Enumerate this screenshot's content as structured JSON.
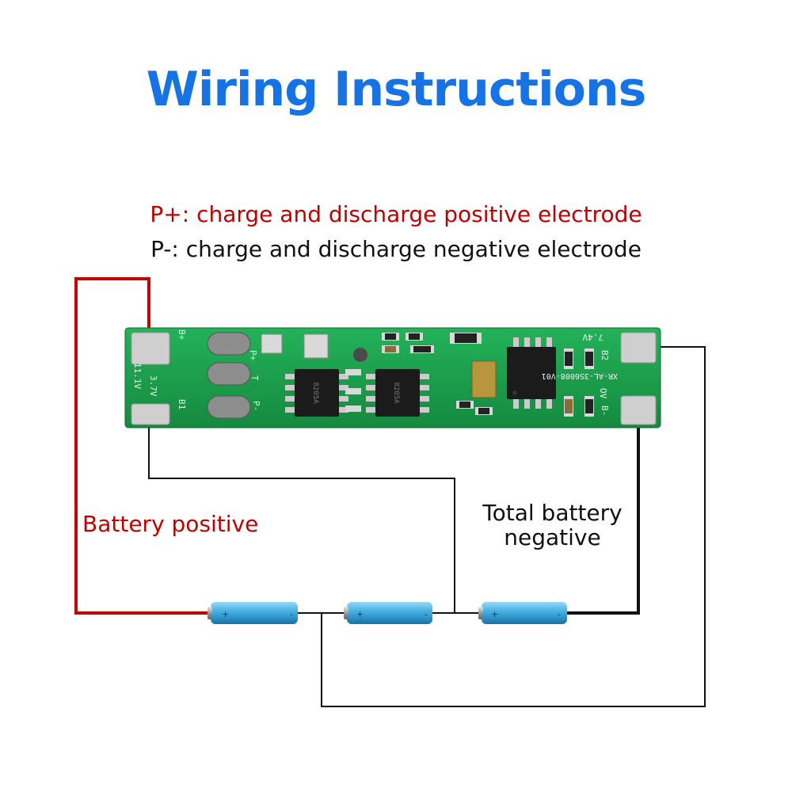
{
  "title": "Wiring Instructions",
  "legend": {
    "positive": "P+: charge and discharge positive electrode",
    "negative": "P-: charge and discharge negative electrode"
  },
  "labels": {
    "battery_positive": "Battery positive",
    "total_battery_negative": "Total battery negative"
  },
  "board": {
    "silk_b_plus": "B+",
    "silk_b1": "B1",
    "silk_b2": "B2",
    "silk_b_minus": "B-",
    "silk_p_plus": "P+",
    "silk_p_minus": "P-",
    "silk_v_left_top": "11.1V",
    "silk_v_left_bottom": "3.7V",
    "silk_v_right": "7.4V",
    "silk_model": "XR-AL-3S6008-V01",
    "silk_ov": "OV",
    "silk_t": "T",
    "chip_mark_1": "8205A",
    "chip_mark_2": "8205A"
  },
  "battery_symbols": {
    "plus": "+",
    "minus": "-"
  },
  "colors": {
    "title": "#1573e6",
    "positive": "#c00000",
    "negative": "#111111",
    "pcb": "#1a9a4a",
    "battery": "#3aa6dc"
  }
}
